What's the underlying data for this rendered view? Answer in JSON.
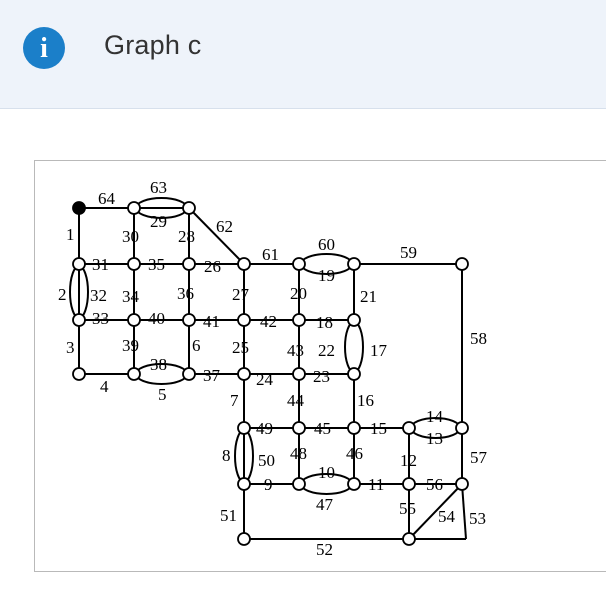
{
  "header": {
    "title": "Graph c",
    "icon": "info-icon",
    "icon_glyph": "i",
    "accent": "#1b7fc9"
  },
  "graph": {
    "nodes": [
      {
        "id": "A"
      },
      {
        "id": "B"
      },
      {
        "id": "C"
      },
      {
        "id": "D"
      },
      {
        "id": "E"
      },
      {
        "id": "F"
      },
      {
        "id": "G"
      },
      {
        "id": "H"
      },
      {
        "id": "I"
      },
      {
        "id": "J"
      },
      {
        "id": "K"
      },
      {
        "id": "L"
      },
      {
        "id": "M"
      },
      {
        "id": "N"
      },
      {
        "id": "O"
      },
      {
        "id": "P"
      },
      {
        "id": "Q"
      },
      {
        "id": "R"
      },
      {
        "id": "S"
      },
      {
        "id": "T"
      },
      {
        "id": "U"
      },
      {
        "id": "V"
      },
      {
        "id": "W"
      },
      {
        "id": "X"
      },
      {
        "id": "Y"
      },
      {
        "id": "Z"
      },
      {
        "id": "AA"
      },
      {
        "id": "AB"
      },
      {
        "id": "AC"
      },
      {
        "id": "AD"
      },
      {
        "id": "AE"
      },
      {
        "id": "AF"
      },
      {
        "id": "AG"
      },
      {
        "id": "AH"
      },
      {
        "id": "AI"
      },
      {
        "id": "AJ"
      },
      {
        "id": "AK"
      },
      {
        "id": "AL"
      },
      {
        "id": "AM"
      },
      {
        "id": "AN"
      },
      {
        "id": "AO"
      },
      {
        "id": "AP"
      },
      {
        "id": "AQ"
      }
    ],
    "start_node": "A",
    "edge_labels": [
      "1",
      "2",
      "3",
      "4",
      "5",
      "6",
      "7",
      "8",
      "9",
      "10",
      "11",
      "12",
      "13",
      "14",
      "15",
      "16",
      "17",
      "18",
      "19",
      "20",
      "21",
      "22",
      "23",
      "24",
      "25",
      "26",
      "27",
      "28",
      "29",
      "30",
      "31",
      "32",
      "33",
      "34",
      "35",
      "36",
      "37",
      "38",
      "39",
      "40",
      "41",
      "42",
      "43",
      "44",
      "45",
      "46",
      "47",
      "48",
      "49",
      "50",
      "51",
      "52",
      "53",
      "54",
      "55",
      "56",
      "57",
      "58",
      "59",
      "60",
      "61",
      "62",
      "63",
      "64"
    ]
  }
}
